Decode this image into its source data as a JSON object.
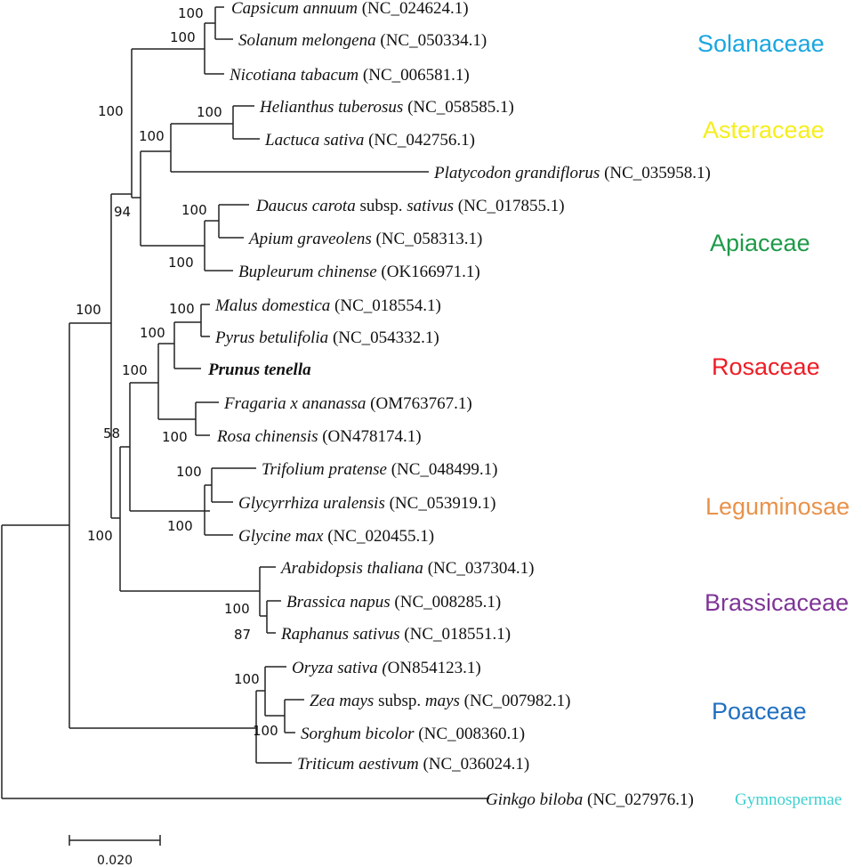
{
  "taxa": [
    {
      "id": "t1",
      "parts": [
        {
          "text": "Capsicum annuum",
          "style": "it"
        },
        {
          "text": " (NC_024624.1)"
        }
      ]
    },
    {
      "id": "t2",
      "parts": [
        {
          "text": "Solanum melongena",
          "style": "it"
        },
        {
          "text": " (NC_050334.1)"
        }
      ]
    },
    {
      "id": "t3",
      "parts": [
        {
          "text": "Nicotiana tabacum",
          "style": "it"
        },
        {
          "text": " (NC_006581.1)"
        }
      ]
    },
    {
      "id": "t4",
      "parts": [
        {
          "text": "Helianthus tuberosus",
          "style": "it"
        },
        {
          "text": " (NC_058585.1)"
        }
      ]
    },
    {
      "id": "t5",
      "parts": [
        {
          "text": "Lactuca sativa",
          "style": "it"
        },
        {
          "text": " (NC_042756.1)"
        }
      ]
    },
    {
      "id": "t6",
      "parts": [
        {
          "text": "Platycodon grandiflorus",
          "style": "it"
        },
        {
          "text": " (NC_035958.1)"
        }
      ]
    },
    {
      "id": "t7",
      "parts": [
        {
          "text": "Daucus carota",
          "style": "it"
        },
        {
          "text": " subsp. "
        },
        {
          "text": "sativus",
          "style": "it"
        },
        {
          "text": " (NC_017855.1)"
        }
      ]
    },
    {
      "id": "t8",
      "parts": [
        {
          "text": "Apium graveolens",
          "style": "it"
        },
        {
          "text": " (NC_058313.1)"
        }
      ]
    },
    {
      "id": "t9",
      "parts": [
        {
          "text": "Bupleurum chinense",
          "style": "it"
        },
        {
          "text": " (OK166971.1)"
        }
      ]
    },
    {
      "id": "t10",
      "parts": [
        {
          "text": "Malus domestica",
          "style": "it"
        },
        {
          "text": " (NC_018554.1)"
        }
      ]
    },
    {
      "id": "t11",
      "parts": [
        {
          "text": "Pyrus betulifolia",
          "style": "it"
        },
        {
          "text": " (NC_054332.1)"
        }
      ]
    },
    {
      "id": "t12",
      "parts": [
        {
          "text": "Prunus tenella",
          "style": "bold"
        }
      ]
    },
    {
      "id": "t13",
      "parts": [
        {
          "text": "Fragaria x ananassa",
          "style": "it"
        },
        {
          "text": " (OM763767.1)"
        }
      ]
    },
    {
      "id": "t14",
      "parts": [
        {
          "text": "Rosa chinensis",
          "style": "it"
        },
        {
          "text": " (ON478174.1)"
        }
      ]
    },
    {
      "id": "t15",
      "parts": [
        {
          "text": "Trifolium pratense",
          "style": "it"
        },
        {
          "text": " (NC_048499.1)"
        }
      ]
    },
    {
      "id": "t16",
      "parts": [
        {
          "text": "Glycyrrhiza uralensis",
          "style": "it"
        },
        {
          "text": " (NC_053919.1)"
        }
      ]
    },
    {
      "id": "t17",
      "parts": [
        {
          "text": "Glycine max",
          "style": "it"
        },
        {
          "text": " (NC_020455.1)"
        }
      ]
    },
    {
      "id": "t18",
      "parts": [
        {
          "text": "Arabidopsis thaliana",
          "style": "it"
        },
        {
          "text": " (NC_037304.1)"
        }
      ]
    },
    {
      "id": "t19",
      "parts": [
        {
          "text": "Brassica napus",
          "style": "it"
        },
        {
          "text": " (NC_008285.1)"
        }
      ]
    },
    {
      "id": "t20",
      "parts": [
        {
          "text": "Raphanus sativus",
          "style": "it"
        },
        {
          "text": " (NC_018551.1)"
        }
      ]
    },
    {
      "id": "t21",
      "parts": [
        {
          "text": "Oryza sativa (",
          "style": "it"
        },
        {
          "text": "ON854123.1)"
        }
      ]
    },
    {
      "id": "t22",
      "parts": [
        {
          "text": "Zea mays",
          "style": "it"
        },
        {
          "text": " subsp. "
        },
        {
          "text": "mays",
          "style": "it"
        },
        {
          "text": " (NC_007982.1)"
        }
      ]
    },
    {
      "id": "t23",
      "parts": [
        {
          "text": "Sorghum bicolor",
          "style": "it"
        },
        {
          "text": " (NC_008360.1)"
        }
      ]
    },
    {
      "id": "t24",
      "parts": [
        {
          "text": "Triticum aestivum",
          "style": "it"
        },
        {
          "text": " (NC_036024.1)"
        }
      ]
    },
    {
      "id": "t25",
      "parts": [
        {
          "text": "Ginkgo biloba",
          "style": "it"
        },
        {
          "text": " (NC_027976.1)"
        }
      ]
    }
  ],
  "support_values": [
    {
      "id": "s1",
      "text": "100"
    },
    {
      "id": "s2",
      "text": "100"
    },
    {
      "id": "s3",
      "text": "100"
    },
    {
      "id": "s4",
      "text": "100"
    },
    {
      "id": "s5",
      "text": "100"
    },
    {
      "id": "s6",
      "text": "100"
    },
    {
      "id": "s7",
      "text": "94"
    },
    {
      "id": "s8",
      "text": "100"
    },
    {
      "id": "s9",
      "text": "100"
    },
    {
      "id": "s10",
      "text": "100"
    },
    {
      "id": "s11",
      "text": "100"
    },
    {
      "id": "s12",
      "text": "100"
    },
    {
      "id": "s13",
      "text": "100"
    },
    {
      "id": "s14",
      "text": "58"
    },
    {
      "id": "s15",
      "text": "100"
    },
    {
      "id": "s16",
      "text": "100"
    },
    {
      "id": "s17",
      "text": "100"
    },
    {
      "id": "s18",
      "text": "100"
    },
    {
      "id": "s19",
      "text": "87"
    },
    {
      "id": "s20",
      "text": "100"
    },
    {
      "id": "s21",
      "text": "100"
    }
  ],
  "families": [
    {
      "id": "f1",
      "text": "Solanaceae",
      "color": "#1aa6e0"
    },
    {
      "id": "f2",
      "text": "Asteraceae",
      "color": "#f7ee1a"
    },
    {
      "id": "f3",
      "text": "Apiaceae",
      "color": "#1e9a48"
    },
    {
      "id": "f4",
      "text": "Rosaceae",
      "color": "#ee1c24"
    },
    {
      "id": "f5",
      "text": "Leguminosae",
      "color": "#e8924a"
    },
    {
      "id": "f6",
      "text": "Brassicaceae",
      "color": "#7e3596"
    },
    {
      "id": "f7",
      "text": "Poaceae",
      "color": "#1f6fc0"
    },
    {
      "id": "f8",
      "text": "Gymnospermae",
      "color": "#3ccfcf"
    }
  ],
  "scale_bar": {
    "label": "0.020"
  }
}
